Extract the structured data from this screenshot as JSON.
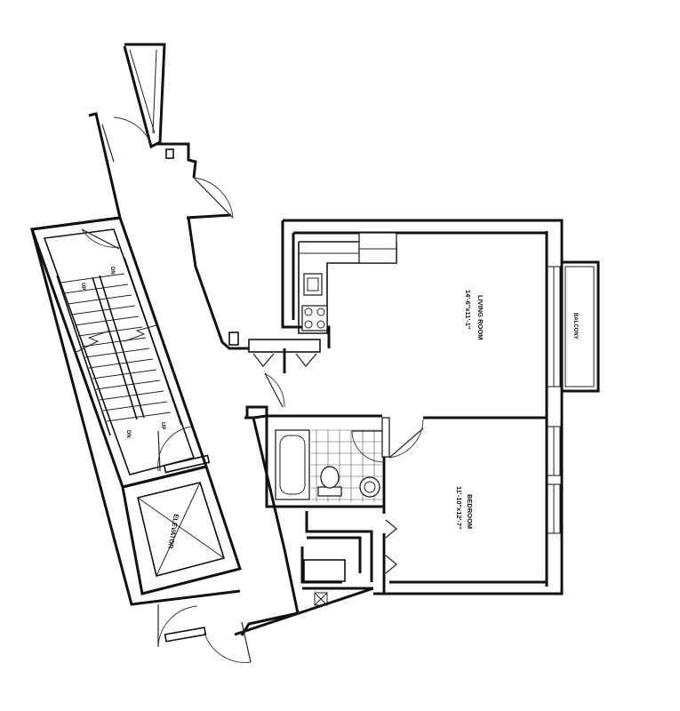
{
  "rooms": {
    "living_room": {
      "name": "LIVING ROOM",
      "dims": "14'-6\"x11'-1\""
    },
    "bedroom": {
      "name": "BEDROOM",
      "dims": "11'-10\"x12'-7\""
    },
    "balcony": {
      "name": "BALCONY"
    },
    "elevator": {
      "name": "ELEVATOR"
    }
  },
  "stairs": {
    "upper_labels": [
      "UP",
      "DN"
    ],
    "lower_labels": [
      "UP",
      "DN"
    ]
  }
}
